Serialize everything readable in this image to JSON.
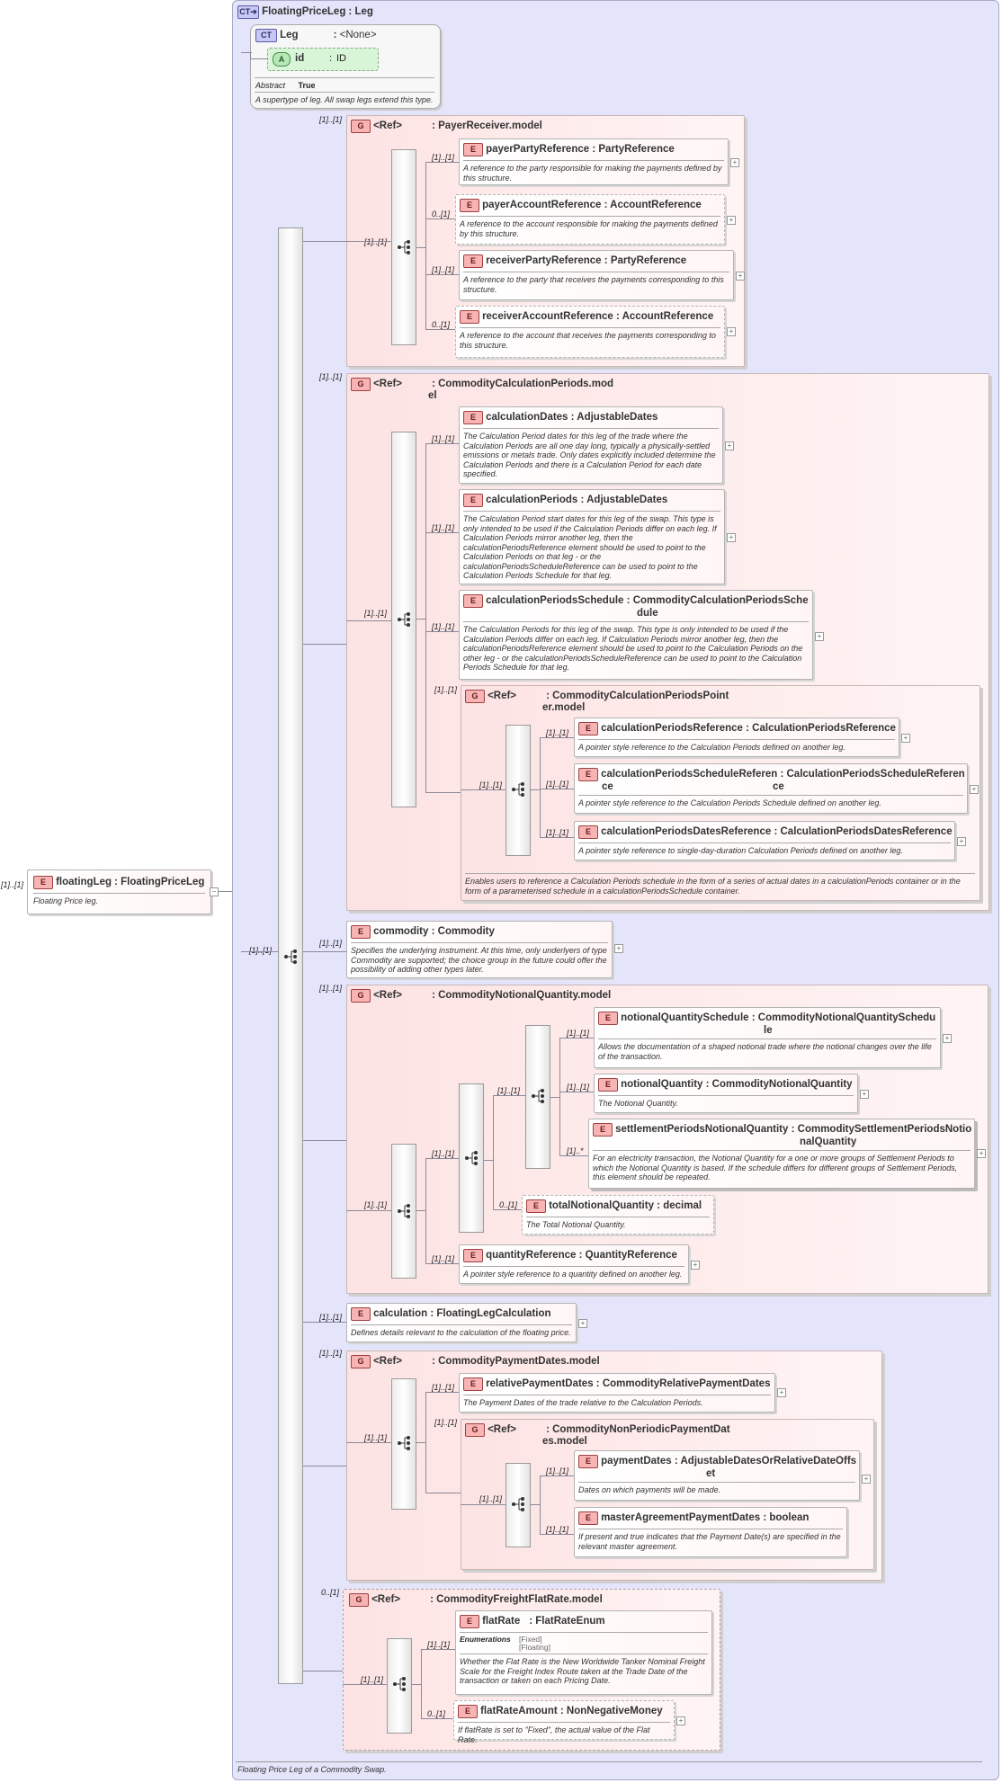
{
  "root_element": {
    "cardinality": "[1]..[1]",
    "kind": "E",
    "name": "floatingLeg",
    "type": "FloatingPriceLeg",
    "description": "Floating Price leg."
  },
  "complex_type": {
    "kind": "CT",
    "name": "FloatingPriceLeg",
    "type": "Leg",
    "description": "Floating Price Leg of a Commodity Swap."
  },
  "base_type": {
    "kind": "CT",
    "name": "Leg",
    "type": "<None>",
    "attribute": {
      "kind": "A",
      "name": "id",
      "type": "ID"
    },
    "abstract_label": "Abstract",
    "abstract_value": "True",
    "description": "A supertype of leg. All swap legs extend this type."
  },
  "main_sequence_cardinality": "[1]..[1]",
  "payer_receiver": {
    "cardinality": "[1]..[1]",
    "kind": "G",
    "ref": "<Ref>",
    "name": "PayerReceiver.model",
    "seq_cardinality": "[1]..[1]",
    "elements": [
      {
        "card": "[1]..[1]",
        "kind": "E",
        "name": "payerPartyReference",
        "type": "PartyReference",
        "desc": "A reference to the party responsible for making the payments defined by this structure."
      },
      {
        "card": "0..[1]",
        "kind": "E",
        "name": "payerAccountReference",
        "type": "AccountReference",
        "desc": "A reference to the account responsible for making the payments defined by this structure."
      },
      {
        "card": "[1]..[1]",
        "kind": "E",
        "name": "receiverPartyReference",
        "type": "PartyReference",
        "desc": "A reference to the party that receives the payments corresponding to this structure."
      },
      {
        "card": "0..[1]",
        "kind": "E",
        "name": "receiverAccountReference",
        "type": "AccountReference",
        "desc": "A reference to the account that receives the payments corresponding to this structure."
      }
    ]
  },
  "calc_periods": {
    "cardinality": "[1]..[1]",
    "kind": "G",
    "ref": "<Ref>",
    "name_line1": "CommodityCalculationPeriods.mod",
    "name_line2": "el",
    "seq_cardinality": "[1]..[1]",
    "elements": [
      {
        "card": "[1]..[1]",
        "kind": "E",
        "name": "calculationDates",
        "type": "AdjustableDates",
        "desc": "The Calculation Period dates for this leg of the trade where the Calculation Periods are all one day long, typically a physically-settled emissions or metals trade. Only dates explicitly included determine the Calculation Periods and there is a Calculation Period for each date specified."
      },
      {
        "card": "[1]..[1]",
        "kind": "E",
        "name": "calculationPeriods",
        "type": "AdjustableDates",
        "desc": "The Calculation Period start dates for this leg of the swap. This type is only intended to be used if the Calculation Periods differ on each leg. If Calculation Periods mirror another leg, then the calculationPeriodsReference element should be used to point to the Calculation Periods on that leg - or the calculationPeriodsScheduleReference can be used to point to the Calculation Periods Schedule for that leg."
      },
      {
        "card": "[1]..[1]",
        "kind": "E",
        "name": "calculationPeriodsSchedule",
        "type_line1": "CommodityCalculationPeriodsSche",
        "type_line2": "dule",
        "desc": "The Calculation Periods for this leg of the swap. This type is only intended to be used if the Calculation Periods differ on each leg. If Calculation Periods mirror another leg, then the calculationPeriodsReference element should be used to point to the Calculation Periods on the other leg - or the calculationPeriodsScheduleReference can be used to point to the Calculation Periods Schedule for that leg."
      }
    ],
    "pointer_group": {
      "cardinality": "[1]..[1]",
      "kind": "G",
      "ref": "<Ref>",
      "name_line1": "CommodityCalculationPeriodsPoint",
      "name_line2": "er.model",
      "seq_cardinality": "[1]..[1]",
      "elements": [
        {
          "card": "[1]..[1]",
          "kind": "E",
          "name": "calculationPeriodsReference",
          "type": "CalculationPeriodsReference",
          "desc": "A pointer style reference to the Calculation Periods defined on another leg."
        },
        {
          "card": "[1]..[1]",
          "kind": "E",
          "name_line1": "calculationPeriodsScheduleReferen",
          "name_line2": "ce",
          "type_line1": "CalculationPeriodsScheduleReferen",
          "type_line2": "ce",
          "desc": "A pointer style reference to the Calculation Periods Schedule defined on another leg."
        },
        {
          "card": "[1]..[1]",
          "kind": "E",
          "name": "calculationPeriodsDatesReference",
          "type": "CalculationPeriodsDatesReference",
          "desc": "A pointer style reference to single-day-duration Calculation Periods defined on another leg."
        }
      ],
      "description": "Enables users to reference a Calculation Periods schedule in the form of a series of actual dates in a calculationPeriods container or in the form of a parameterised schedule in a calculationPeriodsSchedule container."
    }
  },
  "commodity": {
    "card": "[1]..[1]",
    "kind": "E",
    "name": "commodity",
    "type": "Commodity",
    "desc": "Specifies the underlying instrument. At this time, only underlyers of type Commodity are supported; the choice group in the future could offer the possibility of adding other types later."
  },
  "notional": {
    "cardinality": "[1]..[1]",
    "kind": "G",
    "ref": "<Ref>",
    "name": "CommodityNotionalQuantity.model",
    "seq_cardinality": "[1]..[1]",
    "inner_seq_cardinality": "[1]..[1]",
    "inner_choice_cardinality": "[1]..[1]",
    "elements": [
      {
        "card": "[1]..[1]",
        "kind": "E",
        "name": "notionalQuantitySchedule",
        "type_line1": "CommodityNotionalQuantitySchedu",
        "type_line2": "le",
        "desc": "Allows the documentation of a shaped notional trade where the notional changes over the life of the transaction."
      },
      {
        "card": "[1]..[1]",
        "kind": "E",
        "name": "notionalQuantity",
        "type": "CommodityNotionalQuantity",
        "desc": "The Notional Quantity."
      },
      {
        "card": "[1]..*",
        "kind": "E",
        "name": "settlementPeriodsNotionalQuantity",
        "type_line1": "CommoditySettlementPeriodsNotio",
        "type_line2": "nalQuantity",
        "desc": "For an electricity transaction, the Notional Quantity for a one or more groups of Settlement Periods to which the Notional Quantity is based. If the schedule differs for different groups of Settlement Periods, this element should be repeated."
      },
      {
        "card": "0..[1]",
        "kind": "E",
        "name": "totalNotionalQuantity",
        "type": "decimal",
        "desc": "The Total Notional Quantity."
      },
      {
        "card": "[1]..[1]",
        "kind": "E",
        "name": "quantityReference",
        "type": "QuantityReference",
        "desc": "A pointer style reference to a quantity defined on another leg."
      }
    ]
  },
  "calculation": {
    "card": "[1]..[1]",
    "kind": "E",
    "name": "calculation",
    "type": "FloatingLegCalculation",
    "desc": "Defines details relevant to the calculation of the floating price."
  },
  "payment_dates": {
    "cardinality": "[1]..[1]",
    "kind": "G",
    "ref": "<Ref>",
    "name": "CommodityPaymentDates.model",
    "seq_cardinality": "[1]..[1]",
    "elements": [
      {
        "card": "[1]..[1]",
        "kind": "E",
        "name": "relativePaymentDates",
        "type": "CommodityRelativePaymentDates",
        "desc": "The Payment Dates of the trade relative to the Calculation Periods."
      }
    ],
    "non_periodic": {
      "cardinality": "[1]..[1]",
      "kind": "G",
      "ref": "<Ref>",
      "name_line1": "CommodityNonPeriodicPaymentDat",
      "name_line2": "es.model",
      "seq_cardinality": "[1]..[1]",
      "elements": [
        {
          "card": "[1]..[1]",
          "kind": "E",
          "name": "paymentDates",
          "type_line1": "AdjustableDatesOrRelativeDateOffs",
          "type_line2": "et",
          "desc": "Dates on which payments will be made."
        },
        {
          "card": "[1]..[1]",
          "kind": "E",
          "name": "masterAgreementPaymentDates",
          "type": "boolean",
          "desc": "If present and true indicates that the Payment Date(s) are specified in the relevant master agreement."
        }
      ]
    }
  },
  "flat_rate": {
    "cardinality": "0..[1]",
    "kind": "G",
    "ref": "<Ref>",
    "name": "CommodityFreightFlatRate.model",
    "seq_cardinality": "[1]..[1]",
    "elements": [
      {
        "card": "[1]..[1]",
        "kind": "E",
        "name": "flatRate",
        "type": "FlatRateEnum",
        "enum_label": "Enumerations",
        "enum_values": [
          "[Fixed]",
          "[Floating]"
        ],
        "desc": "Whether the Flat Rate is the New Worldwide Tanker Nominal Freight Scale for the Freight Index Route taken at the Trade Date of the transaction or taken on each Pricing Date."
      },
      {
        "card": "0..[1]",
        "kind": "E",
        "name": "flatRateAmount",
        "type": "NonNegativeMoney",
        "desc": "If flatRate is set to \"Fixed\", the actual value of the Flat Rate."
      }
    ]
  },
  "colors": {
    "complex_type_bg": "#e4e4fb",
    "group_bg": "#fde3e3",
    "element_tag": "#f6b4b4",
    "attribute_tag": "#b6e8b6",
    "connector": "#8a8a9a"
  }
}
